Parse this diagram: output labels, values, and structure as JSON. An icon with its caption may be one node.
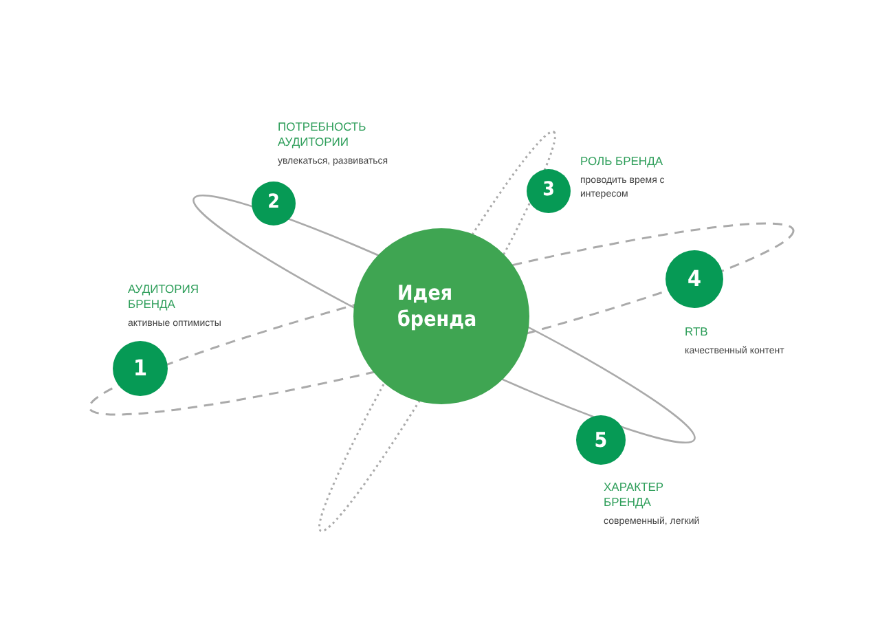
{
  "diagram": {
    "nodes": [
      {
        "text": [
          "Идея бренда"
        ]
      },
      {
        "text": [
          "1"
        ],
        "beside": [
          "АУДИТОРИЯ БРЕНДА",
          "активные оптимисты"
        ]
      },
      {
        "text": [
          "2"
        ],
        "beside": [
          "ПОТРЕБНОСТЬ АУДИТОРИИ",
          "увлекаться, развиваться"
        ]
      },
      {
        "text": [
          "3"
        ],
        "beside": [
          "РОЛЬ БРЕНДА",
          "проводить время с интересом"
        ]
      },
      {
        "text": [
          "4"
        ],
        "beside": [
          "RTB",
          "качественный контент"
        ]
      },
      {
        "text": [
          "5"
        ],
        "beside": [
          "ХАРАКТЕР БРЕНДА",
          "современный, легкий"
        ]
      }
    ]
  }
}
